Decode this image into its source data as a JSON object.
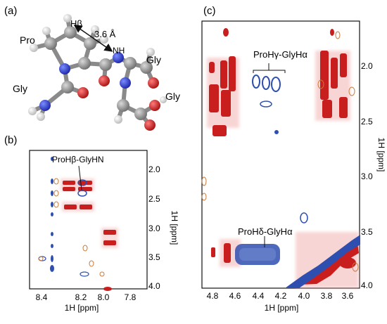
{
  "figure": {
    "panels": {
      "a": {
        "label": "(a)",
        "labels": {
          "hbeta": "Hβ",
          "distance": "3.6 Å",
          "nh": "NH",
          "pro": "Pro",
          "gly_right_top": "Gly",
          "gly_left": "Gly",
          "gly_right_bottom": "Gly"
        }
      },
      "b": {
        "label": "(b)",
        "annotation": "ProHβ-GlyHN",
        "x_axis_label": "1H [ppm]",
        "y_axis_label": "1H [ppm]",
        "x_ticks": [
          "8.4",
          "8.2",
          "8.0",
          "7.8"
        ],
        "y_ticks": [
          "2.0",
          "2.5",
          "3.0",
          "3.5",
          "4.0"
        ]
      },
      "c": {
        "label": "(c)",
        "annotation_top": "ProHγ-GlyHα",
        "annotation_bottom": "ProHδ-GlyHα",
        "x_axis_label": "1H [ppm]",
        "y_axis_label": "1H [ppm]",
        "x_ticks": [
          "4.8",
          "4.6",
          "4.4",
          "4.2",
          "4.0",
          "3.8",
          "3.6"
        ],
        "y_ticks": [
          "2.0",
          "2.5",
          "3.0",
          "3.5",
          "4.0"
        ]
      }
    },
    "colors": {
      "positive_peak": "#c81e1e",
      "negative_peak": "#2f4fb0",
      "peak_halo": "#f6c9c9",
      "atom_carbon": "#8a8a8a",
      "atom_nitrogen": "#2233c8",
      "atom_oxygen": "#d01818",
      "atom_hydrogen": "#e8e8e8"
    }
  }
}
